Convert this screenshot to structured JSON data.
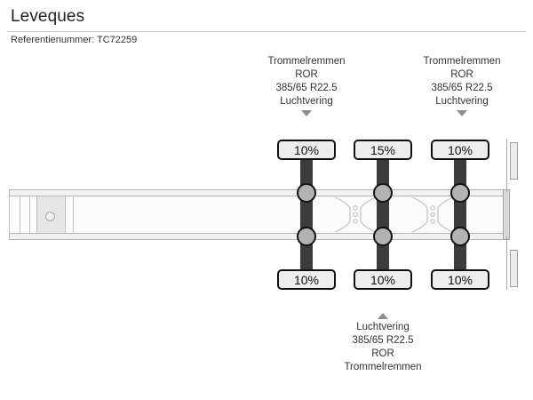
{
  "header": {
    "title": "Leveques",
    "reference_label": "Referentienummer:",
    "reference_value": "TC72259",
    "reference_line": "Referentienummer: TC72259"
  },
  "diagram": {
    "type": "trailer-axle-configuration",
    "top_labels": [
      {
        "lines": [
          "Trommelremmen",
          "ROR",
          "385/65 R22.5",
          "Luchtvering"
        ],
        "arrow": "down"
      },
      {
        "lines": [
          "Trommelremmen",
          "ROR",
          "385/65 R22.5",
          "Luchtvering"
        ],
        "arrow": "down"
      }
    ],
    "bottom_label": {
      "arrow": "up",
      "lines": [
        "Luchtvering",
        "385/65 R22.5",
        "ROR",
        "Trommelremmen"
      ]
    },
    "top_badges": [
      {
        "value": "10%"
      },
      {
        "value": "15%"
      },
      {
        "value": "10%"
      }
    ],
    "bottom_badges": [
      {
        "value": "10%"
      },
      {
        "value": "10%"
      },
      {
        "value": "10%"
      }
    ],
    "axle_count": 3,
    "colors": {
      "axle": "#3c3c3c",
      "wheel": "#b3b3b3",
      "wheel_outline": "#111111",
      "rail": "#f2f2f2",
      "rail_outline": "#b5b5b5",
      "badge_fill": "#ededed",
      "badge_outline": "#111111",
      "arrow": "#8e8e8e",
      "text": "#333333",
      "rule": "#c9c9c9",
      "background": "#ffffff"
    }
  }
}
